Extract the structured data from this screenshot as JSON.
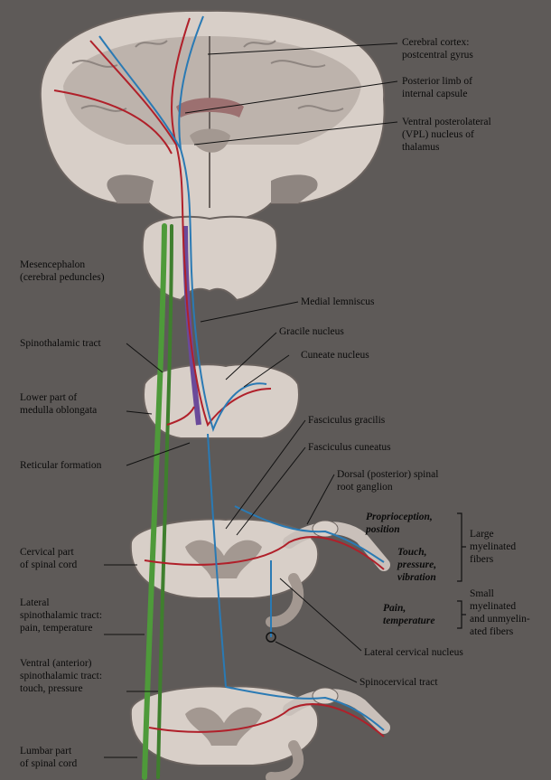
{
  "labels": {
    "cerebral_cortex": "Cerebral cortex:\npostcentral gyrus",
    "internal_capsule": "Posterior limb of\ninternal capsule",
    "vpl_nucleus": "Ventral posterolateral\n(VPL) nucleus of\nthalamus",
    "mesencephalon": "Mesencephalon\n(cerebral peduncles)",
    "medial_lemniscus": "Medial lemniscus",
    "gracile_nucleus": "Gracile nucleus",
    "cuneate_nucleus": "Cuneate nucleus",
    "spinothalamic_tract": "Spinothalamic tract",
    "lower_medulla": "Lower part of\nmedulla oblongata",
    "fasciculus_gracilis": "Fasciculus gracilis",
    "fasciculus_cuneatus": "Fasciculus cuneatus",
    "reticular_formation": "Reticular formation",
    "dorsal_root_ganglion": "Dorsal (posterior) spinal\nroot ganglion",
    "proprioception": "Proprioception,\nposition",
    "touch": "Touch,\npressure,\nvibration",
    "large_fibers": "Large\nmyelinated\nfibers",
    "cervical_cord": "Cervical part\nof spinal cord",
    "pain_temperature": "Pain,\ntemperature",
    "small_fibers": "Small\nmyelinated\nand unmyelin-\nated fibers",
    "lateral_spinothalamic": "Lateral\nspinothalamic tract:\npain, temperature",
    "lateral_cervical_nucleus": "Lateral cervical nucleus",
    "ventral_spinothalamic": "Ventral (anterior)\nspinothalamic tract:\ntouch, pressure",
    "spinocervical_tract": "Spinocervical tract",
    "lumbar_cord": "Lumbar part\nof spinal cord"
  },
  "colors": {
    "background": "#5e5a58",
    "tissue_light": "#d8cfc8",
    "tissue_dark": "#8e8580",
    "red_pathway": "#b0202a",
    "blue_pathway": "#2a7ab4",
    "purple_pathway": "#6a4a9a",
    "green_pathway": "#4e9a3a",
    "leader": "#111111"
  }
}
